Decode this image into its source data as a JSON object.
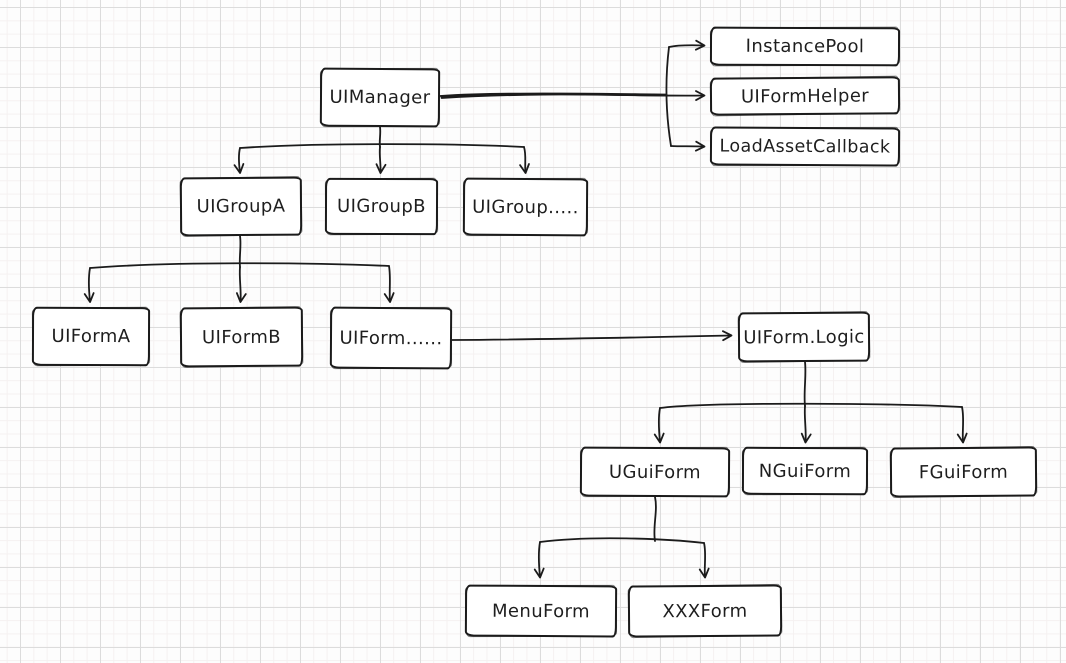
{
  "diagram": {
    "style": {
      "stroke_color": "#1b1b1b",
      "node_fill": "#ffffff",
      "background_color": "#fdfdfd",
      "grid_major_color": "#dcdcdc",
      "grid_minor_color": "#f5f1f1"
    },
    "nodes": {
      "uimanager": {
        "label": "UIManager"
      },
      "instancepool": {
        "label": "InstancePool"
      },
      "uiformhelper": {
        "label": "UIFormHelper"
      },
      "loadassetcallback": {
        "label": "LoadAssetCallback"
      },
      "uigroupa": {
        "label": "UIGroupA"
      },
      "uigroupb": {
        "label": "UIGroupB"
      },
      "uigroupetc": {
        "label": "UIGroup....."
      },
      "uiforma": {
        "label": "UIFormA"
      },
      "uiformb": {
        "label": "UIFormB"
      },
      "uiformetc": {
        "label": "UIForm......"
      },
      "uiformlogic": {
        "label": "UIForm.Logic"
      },
      "uguiform": {
        "label": "UGuiForm"
      },
      "nguiform": {
        "label": "NGuiForm"
      },
      "fguiform": {
        "label": "FGuiForm"
      },
      "menuform": {
        "label": "MenuForm"
      },
      "xxxform": {
        "label": "XXXForm"
      }
    },
    "edges": [
      {
        "from": "UIManager",
        "to": "InstancePool"
      },
      {
        "from": "UIManager",
        "to": "UIFormHelper"
      },
      {
        "from": "UIManager",
        "to": "LoadAssetCallback"
      },
      {
        "from": "UIManager",
        "to": "UIGroupA"
      },
      {
        "from": "UIManager",
        "to": "UIGroupB"
      },
      {
        "from": "UIManager",
        "to": "UIGroup....."
      },
      {
        "from": "UIGroupA",
        "to": "UIFormA"
      },
      {
        "from": "UIGroupA",
        "to": "UIFormB"
      },
      {
        "from": "UIGroupA",
        "to": "UIForm......"
      },
      {
        "from": "UIForm......",
        "to": "UIForm.Logic"
      },
      {
        "from": "UIForm.Logic",
        "to": "UGuiForm"
      },
      {
        "from": "UIForm.Logic",
        "to": "NGuiForm"
      },
      {
        "from": "UIForm.Logic",
        "to": "FGuiForm"
      },
      {
        "from": "UGuiForm",
        "to": "MenuForm"
      },
      {
        "from": "UGuiForm",
        "to": "XXXForm"
      }
    ]
  }
}
